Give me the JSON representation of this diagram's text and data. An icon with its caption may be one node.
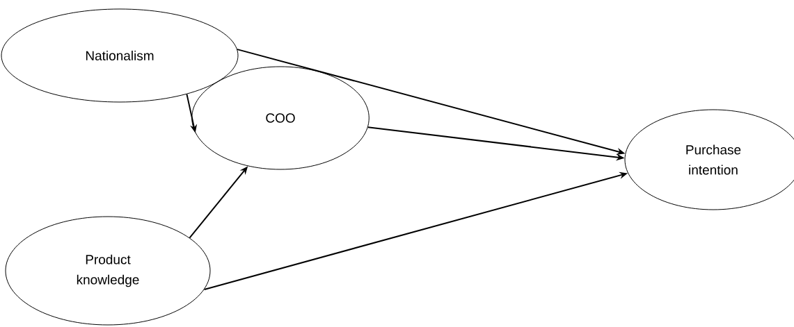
{
  "diagram": {
    "nodes": [
      {
        "text": [
          "Nationalism"
        ]
      },
      {
        "text": [
          "COO"
        ]
      },
      {
        "text": [
          "Purchase intention"
        ]
      },
      {
        "text": [
          "Product knowledge"
        ]
      }
    ],
    "edges": [
      {
        "from": 0,
        "to": 2,
        "arrow": "to"
      },
      {
        "from": 0,
        "to": 1,
        "arrow": "to"
      },
      {
        "from": 1,
        "to": 2,
        "arrow": "to"
      },
      {
        "from": 3,
        "to": 1,
        "arrow": "to"
      },
      {
        "from": 3,
        "to": 2,
        "arrow": "to"
      }
    ]
  }
}
